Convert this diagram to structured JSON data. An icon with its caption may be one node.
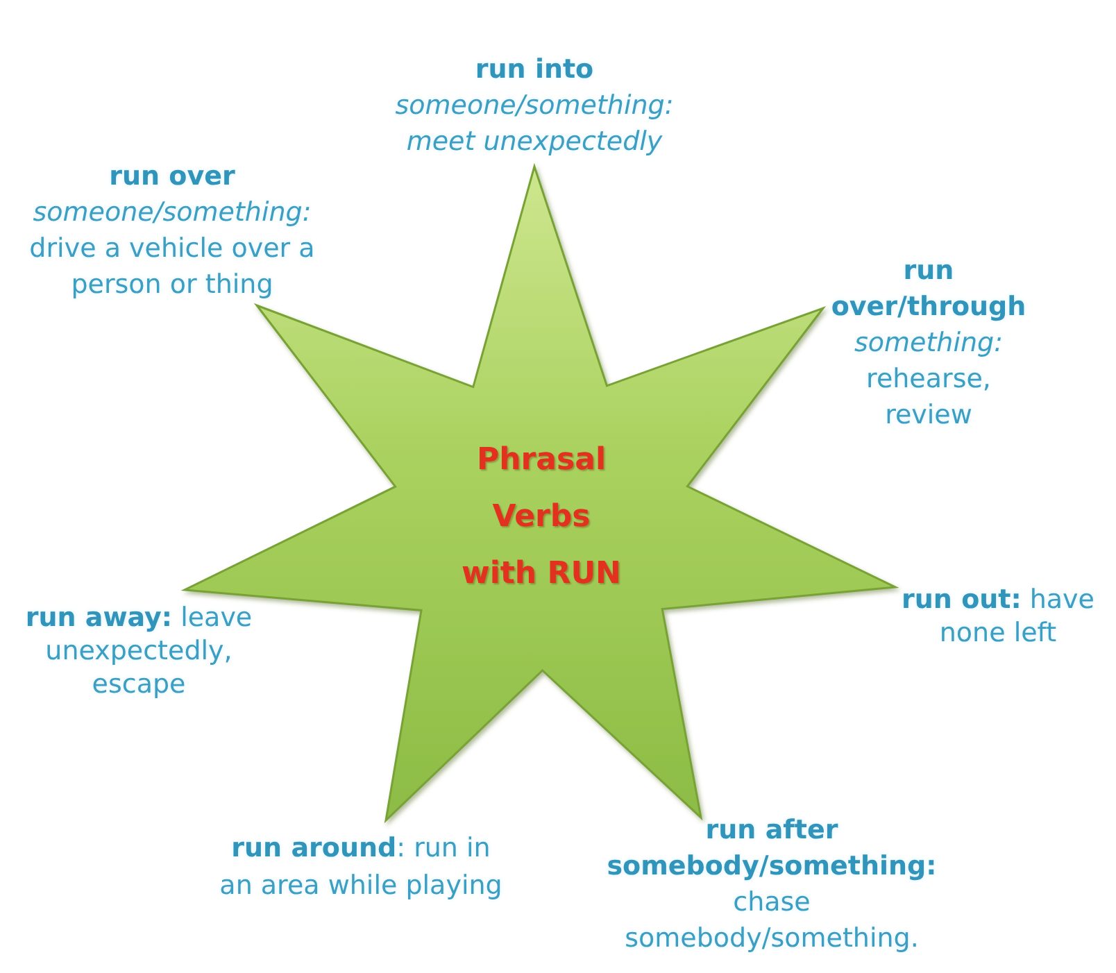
{
  "diagram": {
    "nodes": [
      {
        "text": [
          "Phrasal Verbs with RUN"
        ]
      }
    ],
    "labels": [
      "**run into** *someone/something: meet unexpectedly*",
      "**run over** *someone/something:* drive a vehicle over a person or thing",
      "**run over/through** *something:* rehearse, review",
      "**run away:** leave unexpectedly, escape",
      "**run out:** have none left",
      "**run around**: run in an area while playing",
      "**run after somebody/something:** chase somebody/something."
    ]
  }
}
